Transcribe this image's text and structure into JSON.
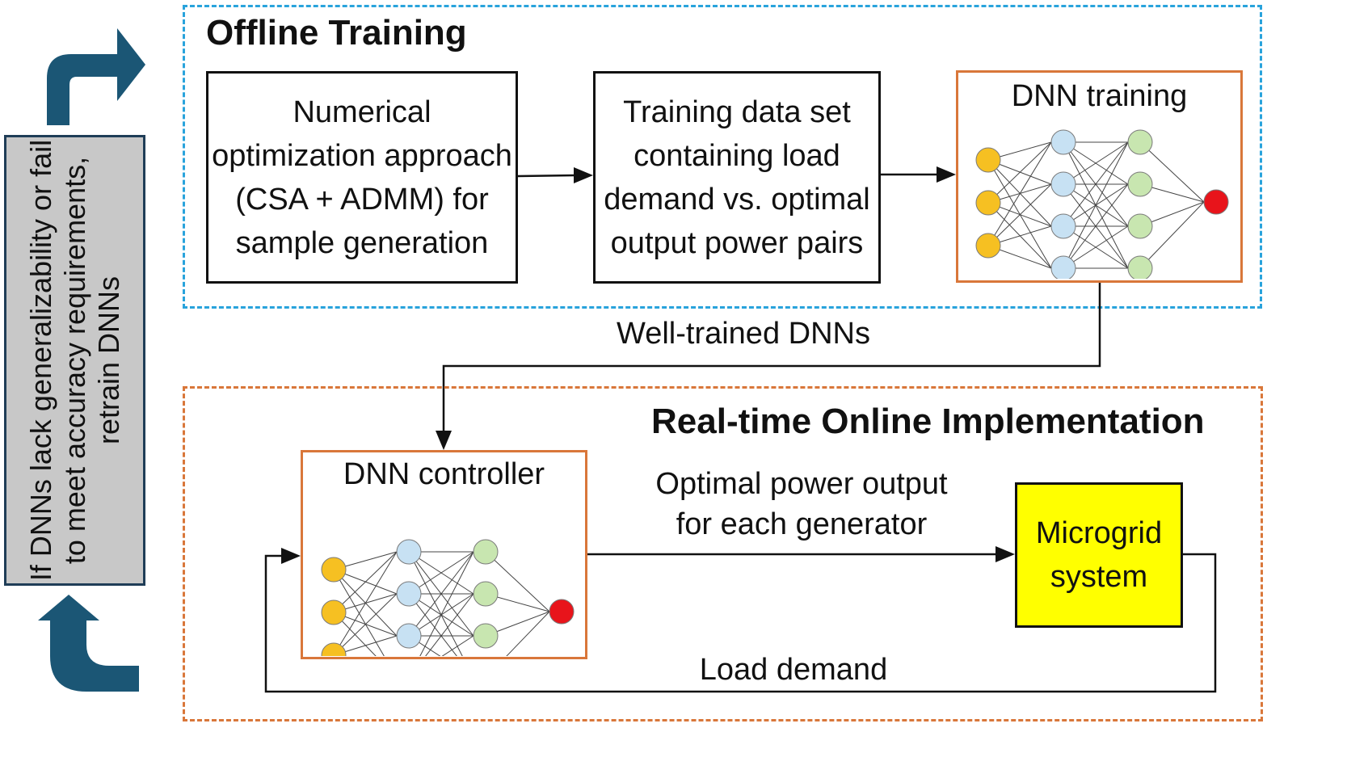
{
  "offline": {
    "title": "Offline Training",
    "box1_text": "Numerical optimization approach (CSA + ADMM) for sample generation",
    "box2_text": "Training data set containing load demand vs. optimal output power pairs",
    "dnn_training_title": "DNN training"
  },
  "transfer_label": "Well-trained DNNs",
  "online": {
    "title": "Real-time Online Implementation",
    "dnn_controller_title": "DNN controller",
    "output_label_line1": "Optimal power output",
    "output_label_line2": "for each generator",
    "microgrid_text": "Microgrid system",
    "feedback_label": "Load demand"
  },
  "side_note": "If DNNs lack generalizability or fail to meet accuracy requirements, retrain DNNs",
  "colors": {
    "offline_border": "#29a3dc",
    "online_border": "#d9773a",
    "nn_box_border": "#d9773a",
    "input_neuron": "#f6c022",
    "hidden_neuron_1": "#c7e1f3",
    "hidden_neuron_2": "#c8e6b0",
    "output_neuron": "#e8141b",
    "microgrid_fill": "#ffff00",
    "side_arrow": "#1b5675",
    "side_box": "#c8c8c8"
  },
  "icons": {
    "top_arrow": "curved-arrow-right-icon",
    "bottom_arrow": "curved-arrow-up-icon"
  }
}
